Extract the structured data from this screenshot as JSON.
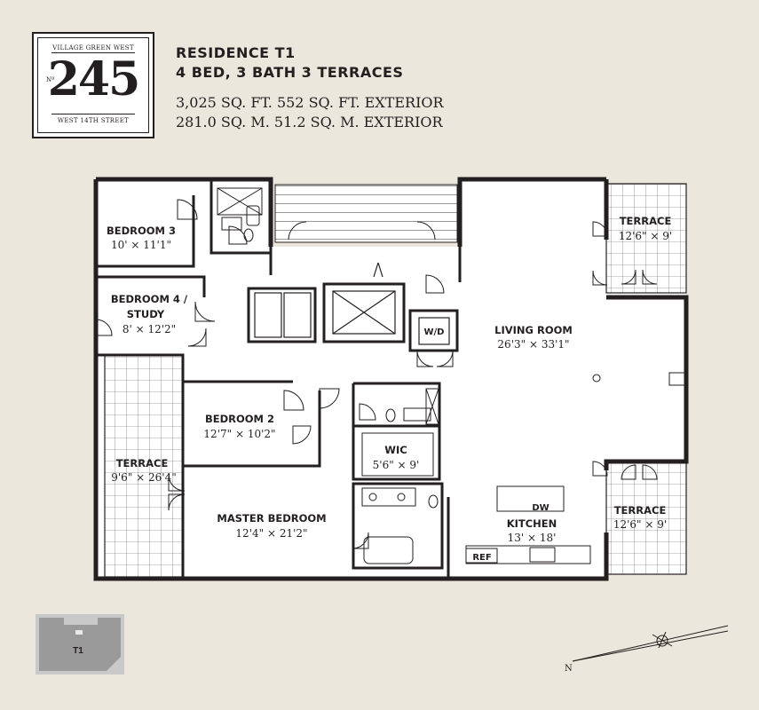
{
  "logo": {
    "top_text": "VILLAGE GREEN WEST",
    "number_prefix": "Nº",
    "number": "245",
    "bottom_text": "WEST 14TH STREET"
  },
  "header": {
    "title": "RESIDENCE T1",
    "subtitle": "4 BED, 3 BATH  3 TERRACES",
    "area_imperial": "3,025 SQ. FT.  552 SQ. FT. EXTERIOR",
    "area_metric": "281.0 SQ. M.  51.2 SQ. M. EXTERIOR"
  },
  "rooms": {
    "bedroom3": {
      "name": "BEDROOM 3",
      "dim": "10' × 11'1\""
    },
    "bedroom4_line1": "BEDROOM 4 /",
    "bedroom4_line2": "STUDY",
    "bedroom4_dim": "8' × 12'2\"",
    "terrace_left": {
      "name": "TERRACE",
      "dim": "9'6\" × 26'4\""
    },
    "bedroom2": {
      "name": "BEDROOM 2",
      "dim": "12'7\" × 10'2\""
    },
    "master": {
      "name": "MASTER BEDROOM",
      "dim": "12'4\" × 21'2\""
    },
    "wic": {
      "name": "WIC",
      "dim": "5'6\" × 9'"
    },
    "wd": "W/D",
    "living": {
      "name": "LIVING ROOM",
      "dim": "26'3\" × 33'1\""
    },
    "terrace_top": {
      "name": "TERRACE",
      "dim": "12'6\" × 9'"
    },
    "terrace_bottom": {
      "name": "TERRACE",
      "dim": "12'6\" × 9'"
    },
    "kitchen": {
      "name": "KITCHEN",
      "dim": "13' × 18'"
    },
    "dw": "DW",
    "ref": "REF"
  },
  "keyplan": {
    "label": "T1"
  },
  "compass": {
    "label": "N"
  },
  "colors": {
    "background": "#ece7dc",
    "ink": "#231f20",
    "keyplan_fill": "#c9c9c9",
    "keyplan_unit": "#9a9a9a"
  }
}
